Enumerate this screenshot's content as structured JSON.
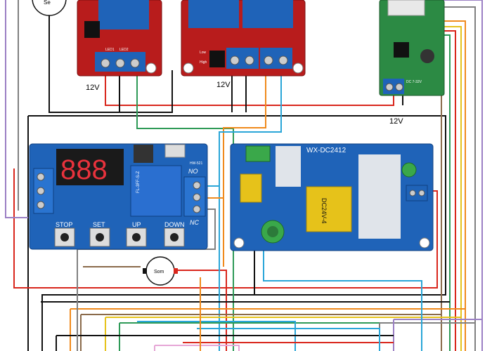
{
  "labels": {
    "voltage_left": "12V",
    "voltage_middle": "12V",
    "voltage_right": "12V",
    "buzzer": "Som",
    "sensor_partial": "Se"
  },
  "timer_module": {
    "display": "888",
    "model": "HW-521",
    "relay_text": "FL-3FF-S-Z",
    "no_label": "NO",
    "nc_label": "NC",
    "buttons": [
      "STOP",
      "SET",
      "UP",
      "DOWN"
    ]
  },
  "power_module": {
    "title": "WX-DC2412",
    "chip": "DC24V-4"
  },
  "relay_left": {
    "led1": "LED1",
    "led2": "LED2"
  },
  "relay_middle": {
    "low": "Low",
    "high": "High"
  },
  "receiver_module": {
    "input": "DC 7-32V"
  },
  "colors": {
    "wire_red": "#d9261c",
    "wire_black": "#111111",
    "wire_green": "#2e9a57",
    "wire_orange": "#f08a1c",
    "wire_blue": "#2aa6d8",
    "wire_purple": "#9b7fc4",
    "wire_gray": "#808080",
    "wire_brown": "#8a6a4a",
    "wire_yellow": "#e6c21a",
    "board_blue": "#1f63b8",
    "board_red": "#b81c1c",
    "board_green": "#2c8a44"
  }
}
